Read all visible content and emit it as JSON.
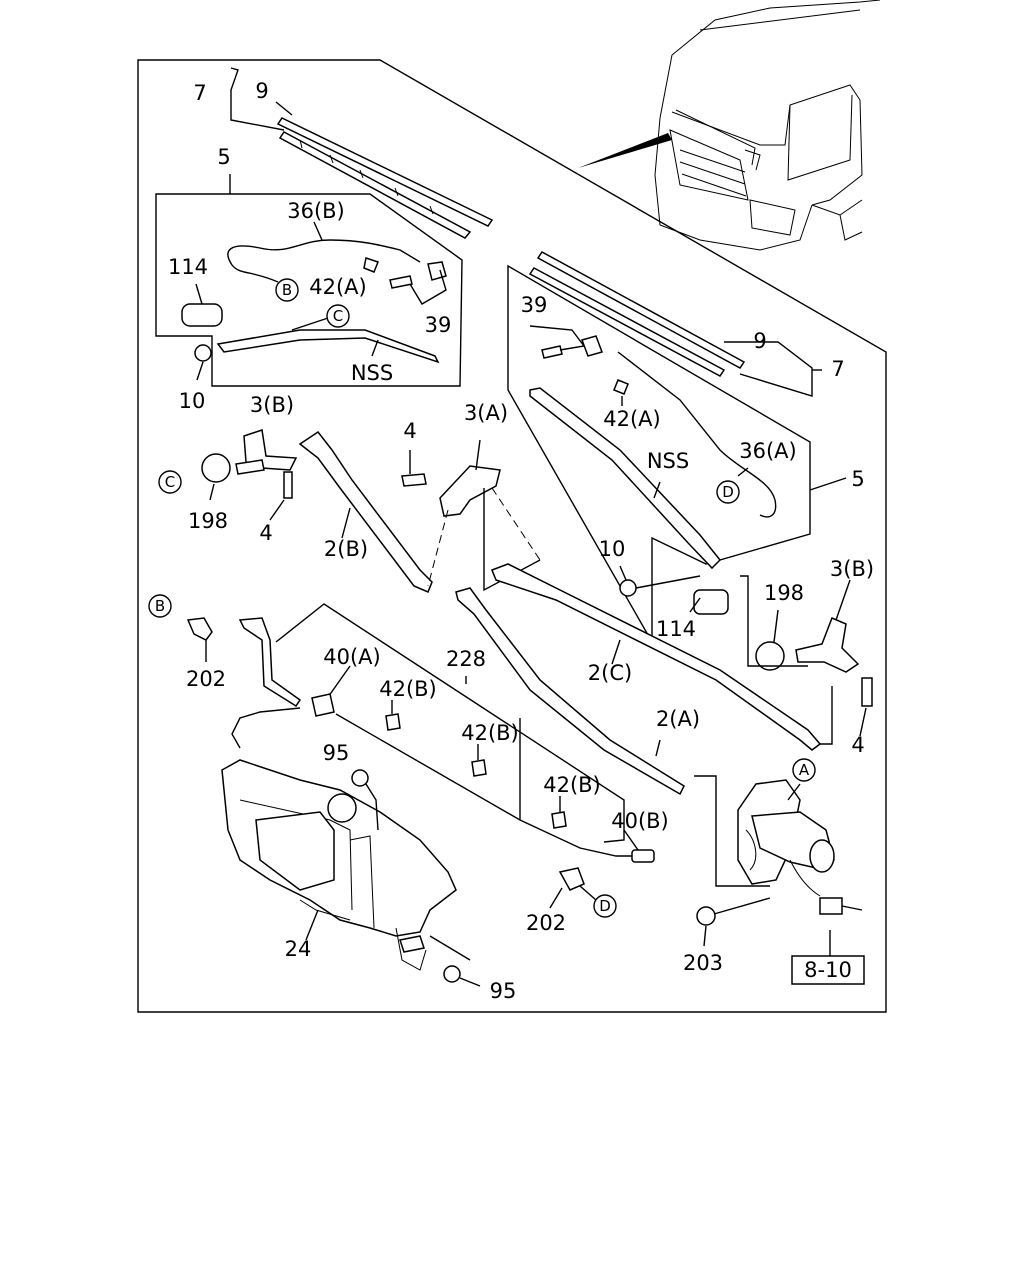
{
  "diagram": {
    "reference_box": "8-10",
    "callouts": [
      {
        "id": "c7-top",
        "text": "7"
      },
      {
        "id": "c9-top",
        "text": "9"
      },
      {
        "id": "c5-left",
        "text": "5"
      },
      {
        "id": "c36b",
        "text": "36(B)"
      },
      {
        "id": "c114-left",
        "text": "114"
      },
      {
        "id": "c42a-left",
        "text": "42(A)"
      },
      {
        "id": "c39-left",
        "text": "39"
      },
      {
        "id": "cnss-left",
        "text": "NSS"
      },
      {
        "id": "c10-left",
        "text": "10"
      },
      {
        "id": "c3b-left",
        "text": "3(B)"
      },
      {
        "id": "c198-left",
        "text": "198"
      },
      {
        "id": "c4-left-low",
        "text": "4"
      },
      {
        "id": "c2b",
        "text": "2(B)"
      },
      {
        "id": "c4-mid",
        "text": "4"
      },
      {
        "id": "c3a",
        "text": "3(A)"
      },
      {
        "id": "c39-right",
        "text": "39"
      },
      {
        "id": "c9-right",
        "text": "9"
      },
      {
        "id": "c7-right",
        "text": "7"
      },
      {
        "id": "c42a-right",
        "text": "42(A)"
      },
      {
        "id": "c36a",
        "text": "36(A)"
      },
      {
        "id": "cnss-right",
        "text": "NSS"
      },
      {
        "id": "c5-right",
        "text": "5"
      },
      {
        "id": "c10-right",
        "text": "10"
      },
      {
        "id": "c114-right",
        "text": "114"
      },
      {
        "id": "c198-right",
        "text": "198"
      },
      {
        "id": "c3b-right",
        "text": "3(B)"
      },
      {
        "id": "c4-right",
        "text": "4"
      },
      {
        "id": "c2c",
        "text": "2(C)"
      },
      {
        "id": "c2a",
        "text": "2(A)"
      },
      {
        "id": "c202-left",
        "text": "202"
      },
      {
        "id": "c40a",
        "text": "40(A)"
      },
      {
        "id": "c228",
        "text": "228"
      },
      {
        "id": "c42b-1",
        "text": "42(B)"
      },
      {
        "id": "c42b-2",
        "text": "42(B)"
      },
      {
        "id": "c42b-3",
        "text": "42(B)"
      },
      {
        "id": "c95-top",
        "text": "95"
      },
      {
        "id": "c40b",
        "text": "40(B)"
      },
      {
        "id": "c202-right",
        "text": "202"
      },
      {
        "id": "c24",
        "text": "24"
      },
      {
        "id": "c95-bottom",
        "text": "95"
      },
      {
        "id": "c203",
        "text": "203"
      }
    ],
    "circled": [
      {
        "id": "m-b-upper",
        "text": "B"
      },
      {
        "id": "m-c-upper",
        "text": "C"
      },
      {
        "id": "m-c-left",
        "text": "C"
      },
      {
        "id": "m-d-right",
        "text": "D"
      },
      {
        "id": "m-b-lower",
        "text": "B"
      },
      {
        "id": "m-a",
        "text": "A"
      },
      {
        "id": "m-d-lower",
        "text": "D"
      }
    ]
  }
}
